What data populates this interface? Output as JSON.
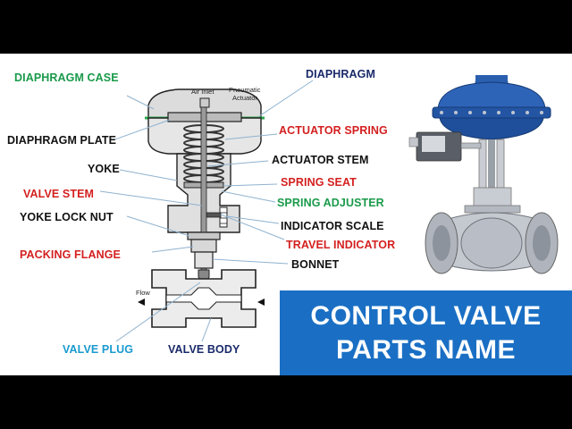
{
  "labels": {
    "diaphragm_case": "DIAPHRAGM CASE",
    "diaphragm": "DIAPHRAGM",
    "diaphragm_plate": "DIAPHRAGM  PLATE",
    "actuator_spring": "ACTUATOR SPRING",
    "yoke": "YOKE",
    "actuator_stem": "ACTUATOR STEM",
    "spring_seat": "SPRING SEAT",
    "valve_stem": "VALVE STEM",
    "spring_adjuster": "SPRING ADJUSTER",
    "yoke_lock_nut": "YOKE LOCK NUT",
    "indicator_scale": "INDICATOR SCALE",
    "travel_indicator": "TRAVEL INDICATOR",
    "packing_flange": "PACKING FLANGE",
    "bonnet": "BONNET",
    "valve_plug": "VALVE PLUG",
    "valve_body": "VALVE BODY"
  },
  "small_text": {
    "air_inlet": "Air Inlet",
    "pneumatic": "Pneumatic",
    "actuator": "Actuator",
    "flow": "Flow"
  },
  "banner": {
    "line1": "CONTROL VALVE",
    "line2": "PARTS  NAME"
  },
  "colors": {
    "green": "#1a9a4a",
    "dark": "#111111",
    "red": "#d42020",
    "navy": "#1a2a6a",
    "cyan": "#1a9ad0",
    "blue_valve": "#1f4f9a",
    "banner_blue": "#1a6fc4",
    "leader": "#8fb2cf"
  }
}
